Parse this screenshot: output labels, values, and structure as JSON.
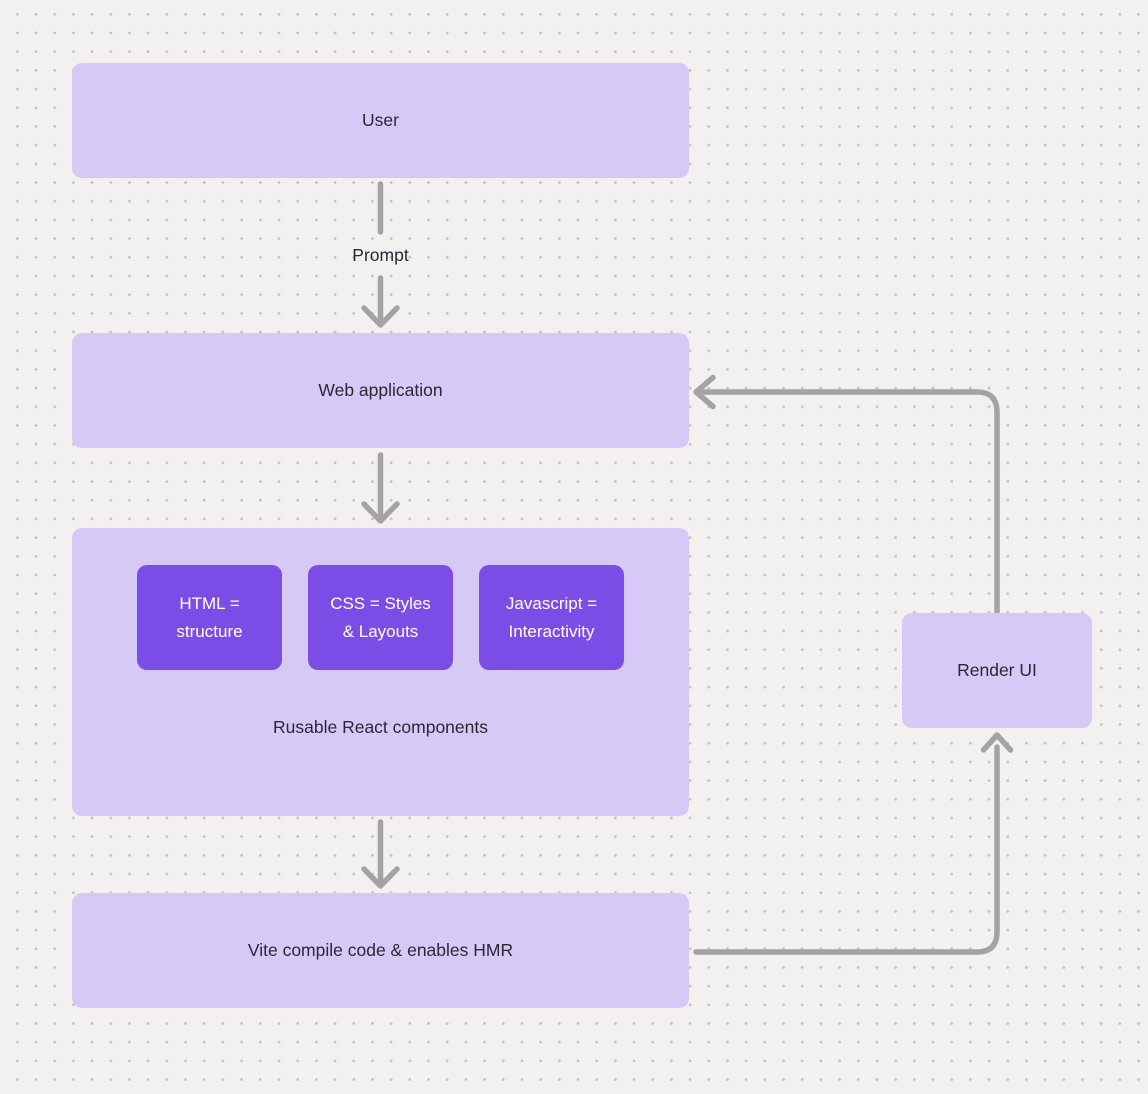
{
  "background": {
    "color": "#f2f1ef",
    "dot_color": "#c6c4c2"
  },
  "colors": {
    "node_fill": "#d7c9f5",
    "chip_fill": "#7c4ce6",
    "connector": "#a5a3a2",
    "text_dark": "#2b2833",
    "text_light": "#ffffff"
  },
  "nodes": {
    "user": {
      "label": "User"
    },
    "web_application": {
      "label": "Web application"
    },
    "react_group": {
      "label": "Rusable React components",
      "chips": [
        {
          "label": "HTML =\nstructure"
        },
        {
          "label": "CSS = Styles\n& Layouts"
        },
        {
          "label": "Javascript =\nInteractivity"
        }
      ]
    },
    "vite": {
      "label": "Vite compile code & enables HMR"
    },
    "render_ui": {
      "label": "Render UI"
    }
  },
  "edges": {
    "user_to_webapp": {
      "label": "Prompt",
      "from": "User",
      "to": "Web application"
    },
    "webapp_to_group": {
      "from": "Web application",
      "to": "Rusable React components"
    },
    "group_to_vite": {
      "from": "Rusable React components",
      "to": "Vite compile code & enables HMR"
    },
    "vite_to_render": {
      "from": "Vite compile code & enables HMR",
      "to": "Render UI"
    },
    "render_to_webapp": {
      "from": "Render UI",
      "to": "Web application"
    }
  }
}
